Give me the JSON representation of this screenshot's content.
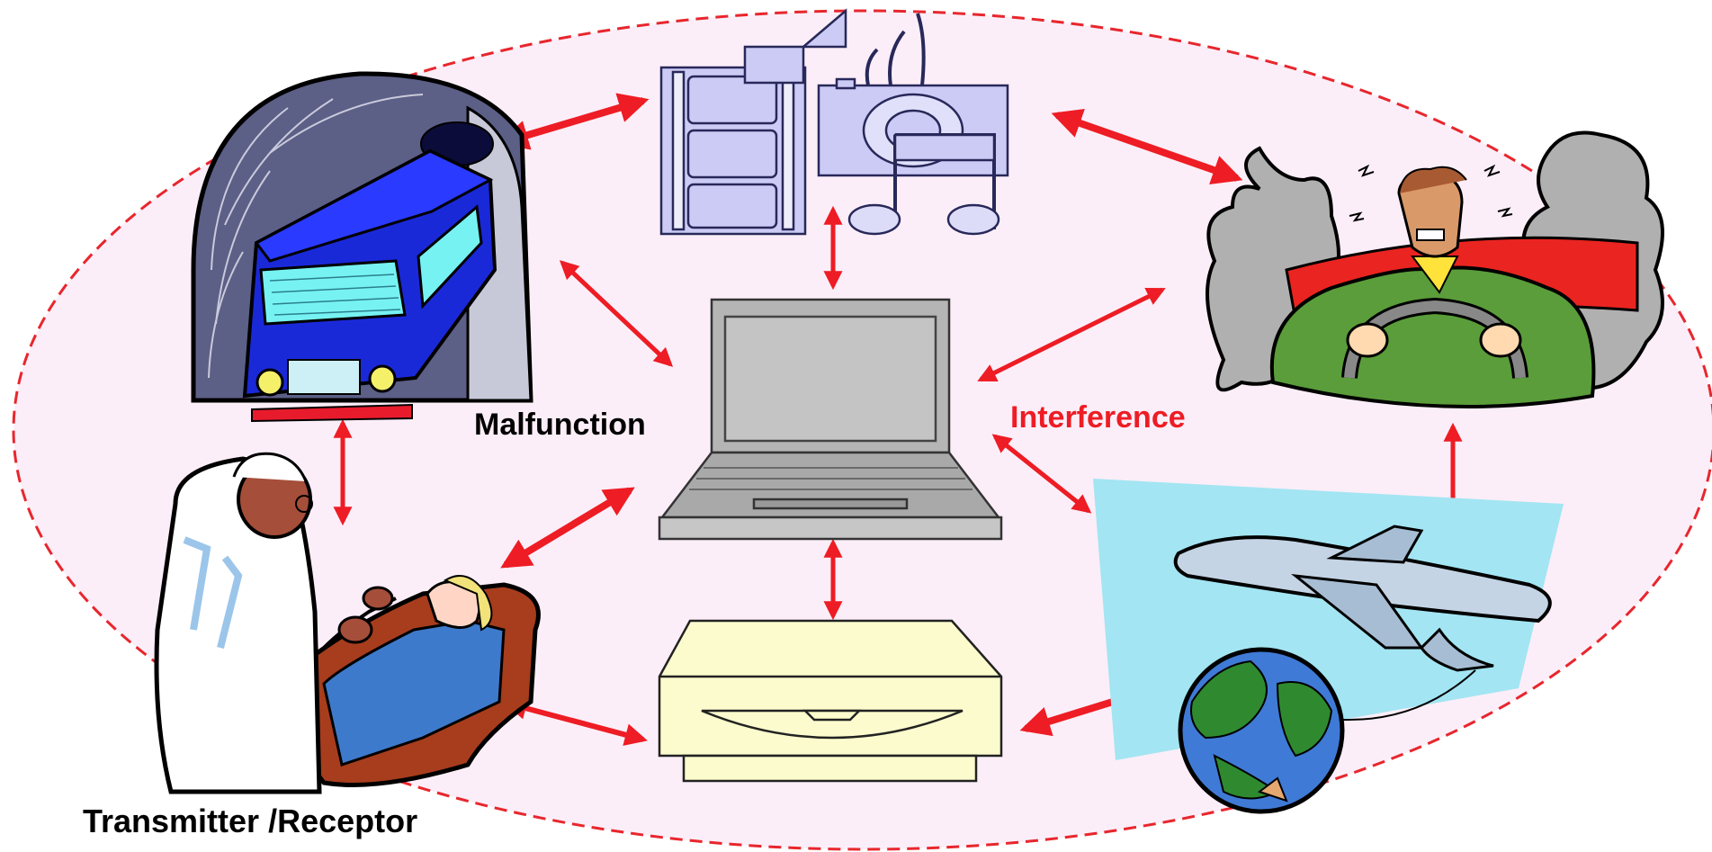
{
  "labels": {
    "malfunction": "Malfunction",
    "interference": "Interference",
    "transmitter_receptor": "Transmitter /Receptor"
  },
  "colors": {
    "ellipse_fill": "#fbeef8",
    "ellipse_stroke": "#e8262d",
    "arrow": "#ee1c24",
    "interference_text": "#ee1c24",
    "malfunction_text": "#000000",
    "transmitter_text": "#000000"
  },
  "icons": [
    "train-tunnel-icon",
    "multimedia-film-camera-music-icon",
    "laptop-icon",
    "stressed-driver-icon",
    "dentist-patient-icon",
    "disc-drive-icon",
    "airplane-globe-icon"
  ]
}
